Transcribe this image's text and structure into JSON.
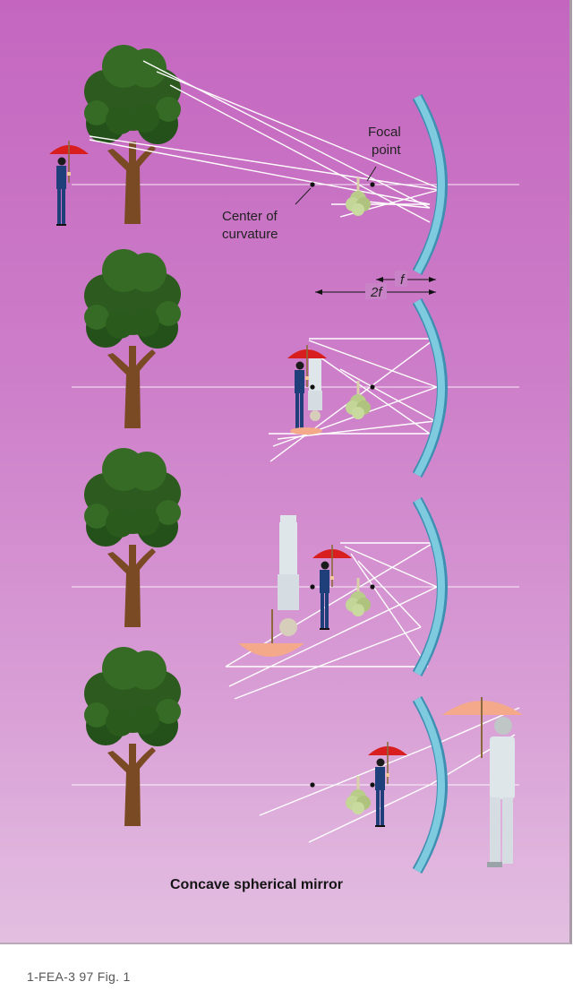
{
  "labels": {
    "focal_point": [
      "Focal",
      "point"
    ],
    "center_of_curvature": [
      "Center of",
      "curvature"
    ],
    "f": "f",
    "two_f": "2f",
    "title": "Concave spherical mirror"
  },
  "caption": "1-FEA-3 97 Fig. 1",
  "colors": {
    "background_top": "#c466c0",
    "mirror": "#7ecbe0",
    "tree_foliage": "#2d5a1e",
    "trunk": "#7a4a24",
    "umbrella": "#d81e1e",
    "image_umbrella": "#f3a98a",
    "suit": "#1f3f7a",
    "ray": "#ffffff"
  },
  "panels": [
    "panel-1",
    "panel-2",
    "panel-3",
    "panel-4"
  ]
}
